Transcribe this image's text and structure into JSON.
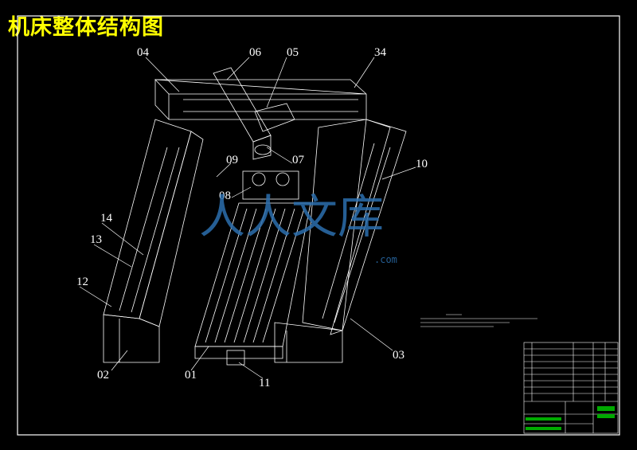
{
  "title": "机床整体结构图",
  "parts": [
    {
      "id": "04"
    },
    {
      "id": "06"
    },
    {
      "id": "05"
    },
    {
      "id": "34"
    },
    {
      "id": "07"
    },
    {
      "id": "09"
    },
    {
      "id": "08"
    },
    {
      "id": "10"
    },
    {
      "id": "14"
    },
    {
      "id": "13"
    },
    {
      "id": "12"
    },
    {
      "id": "02"
    },
    {
      "id": "01"
    },
    {
      "id": "11"
    },
    {
      "id": "03"
    }
  ],
  "watermark": {
    "text": "人人文库",
    "domain": ".com"
  },
  "colors": {
    "background": "#000000",
    "line": "#ffffff",
    "title": "#ffff00",
    "watermark": "#2c6fae",
    "titleblock_accent": "#00ff00"
  }
}
